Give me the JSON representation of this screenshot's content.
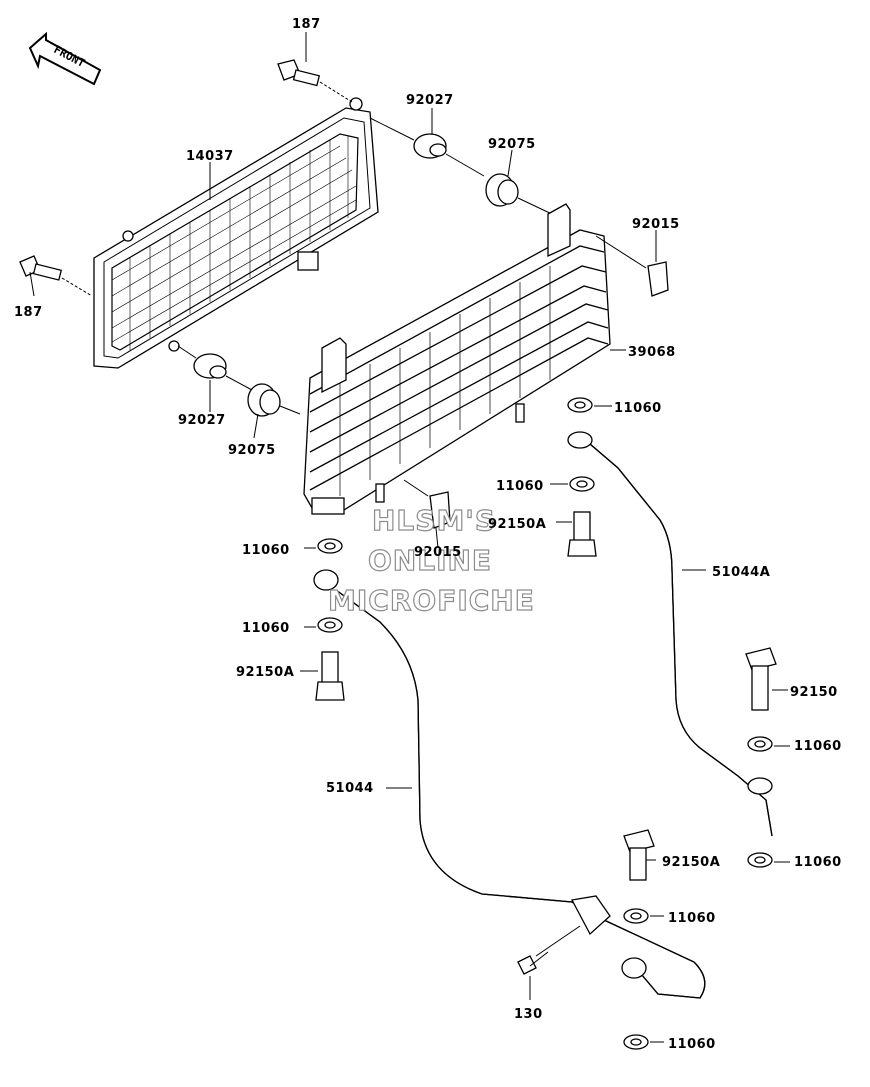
{
  "front_marker": "FRONT",
  "watermark": [
    "HLSM'S",
    "ONLINE",
    "MICROFICHE"
  ],
  "callouts": {
    "bolt_187_top": "187",
    "bolt_187_left": "187",
    "screen_14037": "14037",
    "grommet_92027_top": "92027",
    "grommet_92027_left": "92027",
    "damper_92075_top": "92075",
    "damper_92075_left": "92075",
    "clip_92015_right": "92015",
    "clip_92015_bottom": "92015",
    "cooler_39068": "39068",
    "washer_11060_a": "11060",
    "washer_11060_b": "11060",
    "washer_11060_c": "11060",
    "washer_11060_d": "11060",
    "washer_11060_e": "11060",
    "washer_11060_f": "11060",
    "washer_11060_g": "11060",
    "washer_11060_h": "11060",
    "bolt_92150A_center": "92150A",
    "bolt_92150A_left": "92150A",
    "bolt_92150A_lower": "92150A",
    "bolt_92150": "92150",
    "hose_51044A": "51044A",
    "hose_51044": "51044",
    "bolt_130": "130"
  }
}
